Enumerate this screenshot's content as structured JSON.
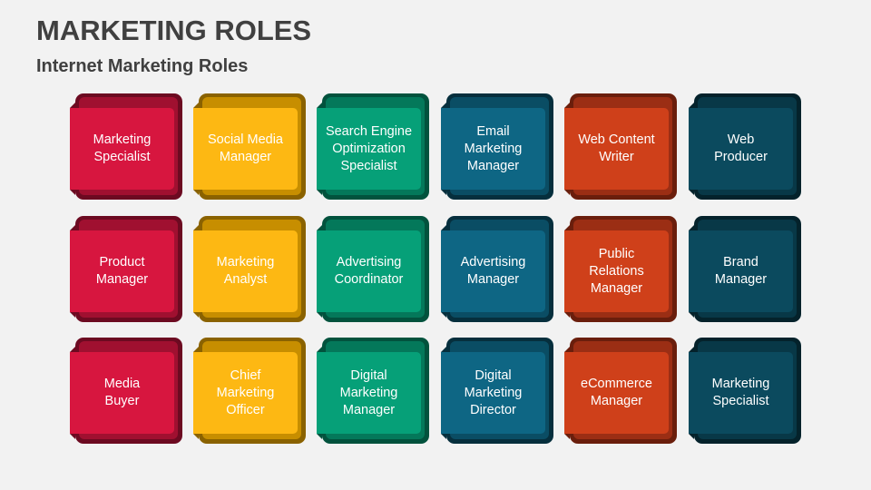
{
  "header": {
    "title": "MARKETING ROLES",
    "subtitle": "Internet Marketing Roles"
  },
  "palette": {
    "red": {
      "front": "#D7163F",
      "mid": "#A01030",
      "back": "#6C0A21"
    },
    "yellow": {
      "front": "#FDB813",
      "mid": "#C78E00",
      "back": "#8A6200"
    },
    "green": {
      "front": "#06A078",
      "mid": "#04785A",
      "back": "#02523D"
    },
    "blue": {
      "front": "#0E6684",
      "mid": "#0A4D64",
      "back": "#062F3D"
    },
    "orange": {
      "front": "#CF401A",
      "mid": "#9B2E14",
      "back": "#6A1E0C"
    },
    "teal": {
      "front": "#0B4A5E",
      "mid": "#083847",
      "back": "#04222B"
    }
  },
  "rows": [
    {
      "tiles": [
        {
          "label": "Marketing\nSpecialist",
          "color": "red"
        },
        {
          "label": "Social Media\nManager",
          "color": "yellow"
        },
        {
          "label": "Search Engine\nOptimization\nSpecialist",
          "color": "green"
        },
        {
          "label": "Email\nMarketing\nManager",
          "color": "blue"
        },
        {
          "label": "Web Content\nWriter",
          "color": "orange"
        },
        {
          "label": "Web\nProducer",
          "color": "teal"
        }
      ]
    },
    {
      "tiles": [
        {
          "label": "Product\nManager",
          "color": "red"
        },
        {
          "label": "Marketing\nAnalyst",
          "color": "yellow"
        },
        {
          "label": "Advertising\nCoordinator",
          "color": "green"
        },
        {
          "label": "Advertising\nManager",
          "color": "blue"
        },
        {
          "label": "Public\nRelations\nManager",
          "color": "orange"
        },
        {
          "label": "Brand\nManager",
          "color": "teal"
        }
      ]
    },
    {
      "tiles": [
        {
          "label": "Media\nBuyer",
          "color": "red"
        },
        {
          "label": "Chief\nMarketing\nOfficer",
          "color": "yellow"
        },
        {
          "label": "Digital\nMarketing\nManager",
          "color": "green"
        },
        {
          "label": "Digital\nMarketing\nDirector",
          "color": "blue"
        },
        {
          "label": "eCommerce\nManager",
          "color": "orange"
        },
        {
          "label": "Marketing\nSpecialist",
          "color": "teal"
        }
      ]
    }
  ]
}
